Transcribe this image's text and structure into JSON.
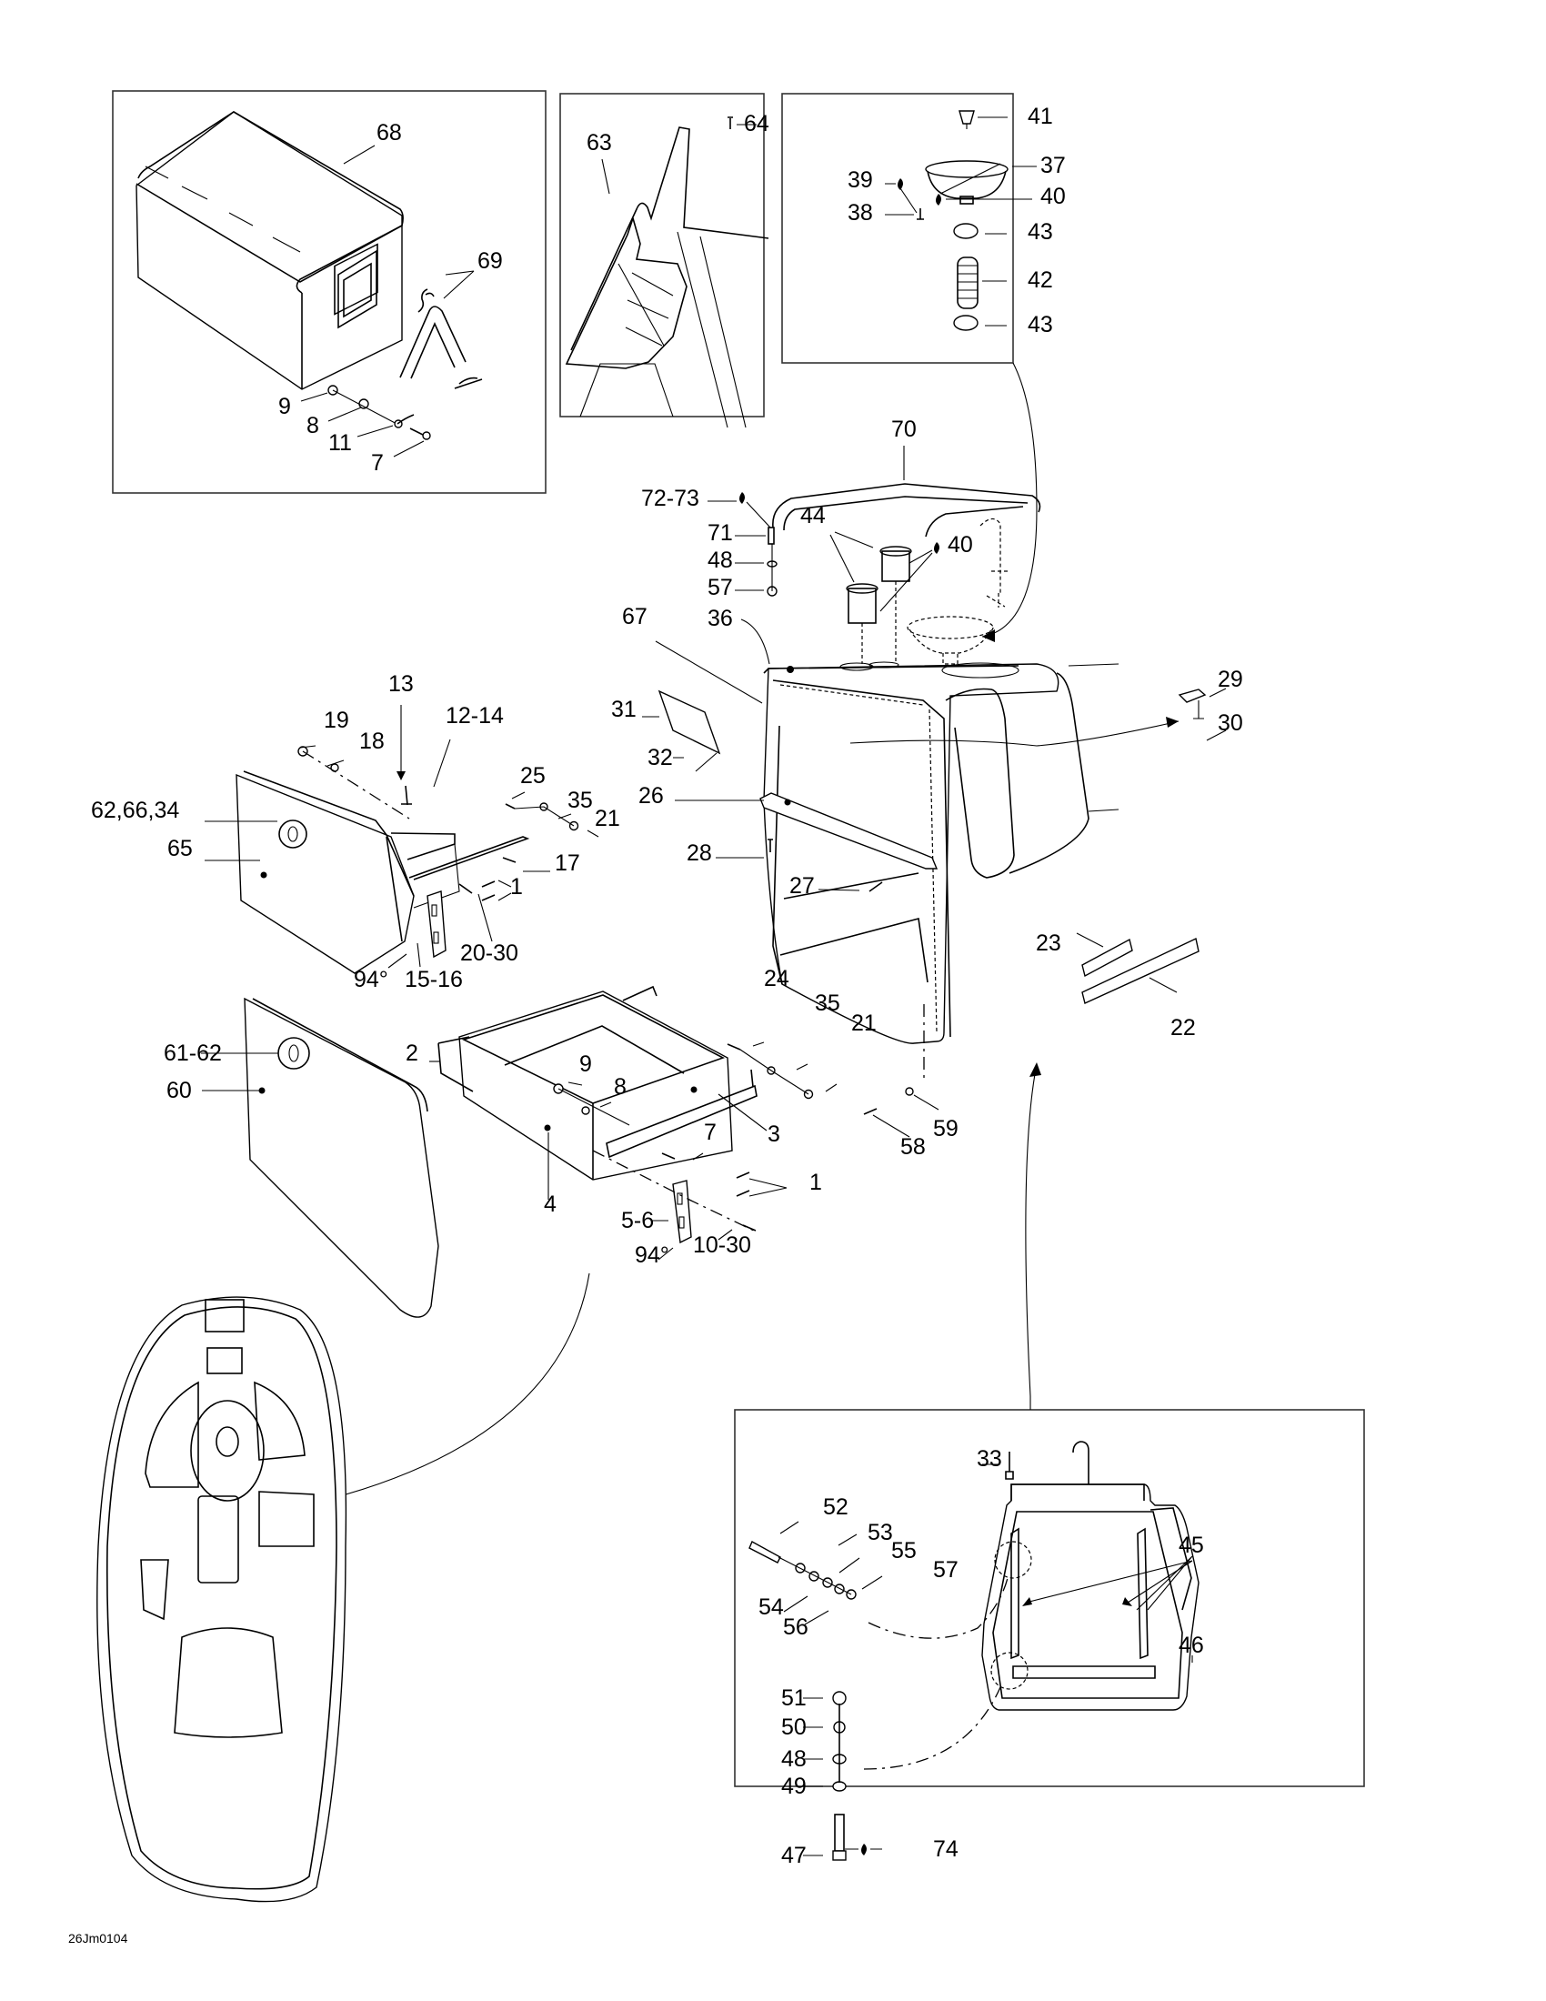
{
  "drawing": {
    "reference_code": "26Jm0104",
    "callouts": {
      "cooler_box": {
        "cooler": "68",
        "strap_kit": "69",
        "nut": "9",
        "washer": "8",
        "clip": "11",
        "screw": "7"
      },
      "basket_box": {
        "basket": "63",
        "screw": "64"
      },
      "sink_box": {
        "drain_cap": "41",
        "sink_bowl": "37",
        "sealant_left": "39",
        "sealant_right": "40",
        "screw": "38",
        "clamp_top": "43",
        "hose": "42",
        "clamp_bottom": "43"
      },
      "main": {
        "grab_handle": "70",
        "thread_locker": "72-73",
        "stud": "71",
        "washer": "48",
        "nut": "57",
        "cup_holders": "44",
        "sealant": "40",
        "plug": "36",
        "console": "67",
        "plate": "31",
        "plate_screw": "32",
        "latch": "29",
        "latch_screw": "30",
        "shelf": "26",
        "shelf_screw": "28",
        "shelf_screw_2": "27",
        "drawer_top_arrow": "13",
        "upper_nut": "19",
        "upper_washer": "18",
        "upper_drawer": "12-14",
        "upper_bolt": "25",
        "upper_washer_2": "35",
        "upper_nut_2": "21",
        "upper_screw": "17",
        "upper_screws": "1",
        "lock_kit": "62,66,34",
        "upper_door": "65",
        "upper_screw_kit": "20-30",
        "upper_angle": "94°",
        "upper_hinge": "15-16",
        "rail_short": "23",
        "rail_long": "22",
        "lower_bolt": "24",
        "lower_washer": "35",
        "lower_nut": "21",
        "lower_nut_inner": "9",
        "lower_washer_inner": "8",
        "lower_slide": "3",
        "lower_screw": "7",
        "lower_drawer": "4",
        "lower_screws": "1",
        "lower_hinge": "5-6",
        "lower_angle": "94°",
        "lower_screw_kit": "10-30",
        "drawer_frame": "2",
        "lower_lock_kit": "61-62",
        "lower_door": "60",
        "base_washer": "59",
        "base_screw": "58"
      },
      "seat_box": {
        "rivet": "33",
        "bolt": "52",
        "lock_washer": "53",
        "washer": "54",
        "nut": "55",
        "flat_washer": "56",
        "nut_2": "57",
        "brackets": "45",
        "cross_bar": "46",
        "hex_nut": "51",
        "star_washer": "50",
        "flat_washer_2": "48",
        "split_washer": "49",
        "thread_locker": "74",
        "hex_bolt": "47"
      }
    }
  }
}
